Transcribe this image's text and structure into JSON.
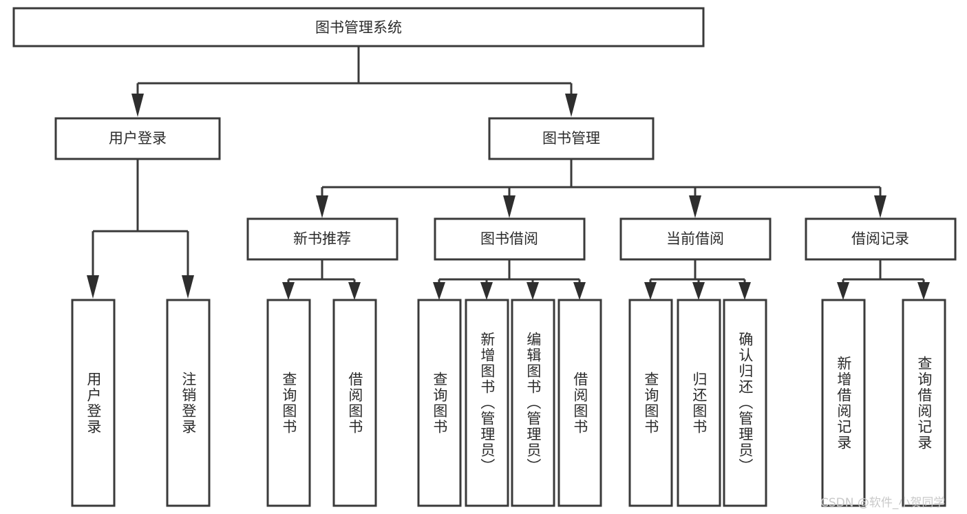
{
  "diagram": {
    "type": "tree-hierarchy",
    "title": "图书管理系统",
    "root": {
      "id": "root",
      "label": "图书管理系统"
    },
    "level2": [
      {
        "id": "user-login",
        "label": "用户登录"
      },
      {
        "id": "book-manage",
        "label": "图书管理"
      }
    ],
    "level3": [
      {
        "id": "new-book-recommend",
        "label": "新书推荐",
        "parent": "book-manage"
      },
      {
        "id": "book-borrow",
        "label": "图书借阅",
        "parent": "book-manage"
      },
      {
        "id": "current-borrow",
        "label": "当前借阅",
        "parent": "book-manage"
      },
      {
        "id": "borrow-record",
        "label": "借阅记录",
        "parent": "book-manage"
      }
    ],
    "leaves": [
      {
        "id": "leaf-user-login",
        "label": "用户登录",
        "parent": "user-login"
      },
      {
        "id": "leaf-user-logout",
        "label": "注销登录",
        "parent": "user-login"
      },
      {
        "id": "leaf-query-book-1",
        "label": "查询图书",
        "parent": "new-book-recommend"
      },
      {
        "id": "leaf-borrow-book-1",
        "label": "借阅图书",
        "parent": "new-book-recommend"
      },
      {
        "id": "leaf-query-book-2",
        "label": "查询图书",
        "parent": "book-borrow"
      },
      {
        "id": "leaf-add-book",
        "label": "新增图书（管理员）",
        "parent": "book-borrow"
      },
      {
        "id": "leaf-edit-book",
        "label": "编辑图书（管理员）",
        "parent": "book-borrow"
      },
      {
        "id": "leaf-borrow-book-2",
        "label": "借阅图书",
        "parent": "book-borrow"
      },
      {
        "id": "leaf-query-book-3",
        "label": "查询图书",
        "parent": "current-borrow"
      },
      {
        "id": "leaf-return-book",
        "label": "归还图书",
        "parent": "current-borrow"
      },
      {
        "id": "leaf-confirm-return",
        "label": "确认归还（管理员）",
        "parent": "current-borrow"
      },
      {
        "id": "leaf-add-record",
        "label": "新增借阅记录",
        "parent": "borrow-record"
      },
      {
        "id": "leaf-query-record",
        "label": "查询借阅记录",
        "parent": "borrow-record"
      }
    ],
    "colors": {
      "box_stroke": "#3a3a3a",
      "box_fill": "#ffffff",
      "text": "#2b2b2b",
      "connector": "#3a3a3a",
      "background": "#ffffff",
      "watermark": "#c9c9c9"
    }
  },
  "watermark": {
    "text": "CSDN @软件_小贺同学"
  }
}
